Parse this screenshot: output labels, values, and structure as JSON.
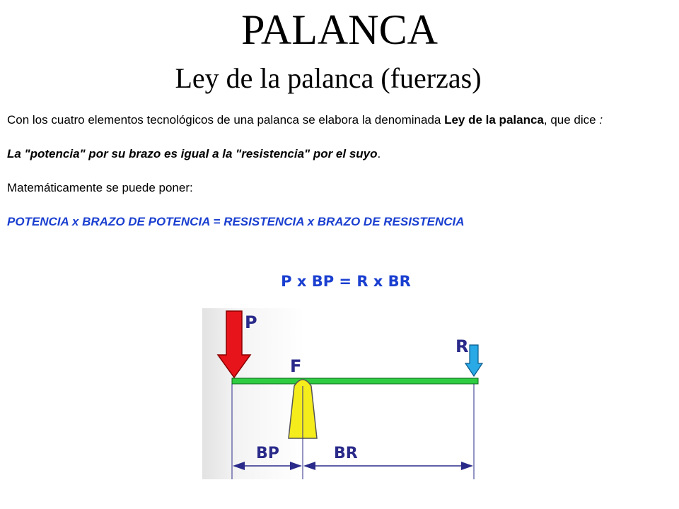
{
  "page": {
    "title": "PALANCA",
    "subtitle": "Ley de la palanca (fuerzas)"
  },
  "intro": {
    "text_before": "Con los cuatro elementos tecnológicos de una palanca se elabora la denominada ",
    "bold_term": "Ley de la palanca",
    "text_after": ", que dice ",
    "colon": ":"
  },
  "law": {
    "text": "La \"potencia\" por su brazo es igual a la \"resistencia\" por el suyo",
    "period": "."
  },
  "math_intro": "Matemáticamente se puede poner:",
  "formula_long": "POTENCIA x BRAZO DE POTENCIA = RESISTENCIA x BRAZO DE RESISTENCIA",
  "formula_short": "P x BP = R x BR",
  "diagram": {
    "labels": {
      "potencia": "P",
      "resistencia": "R",
      "fulcro": "F",
      "brazo_potencia": "BP",
      "brazo_resistencia": "BR"
    },
    "colors": {
      "potencia_arrow": "#e8141b",
      "resistencia_arrow": "#29a9e6",
      "lever_bar": "#2ecc40",
      "fulcrum": "#f5ec1c",
      "measure_lines": "#2a2a8a"
    }
  }
}
